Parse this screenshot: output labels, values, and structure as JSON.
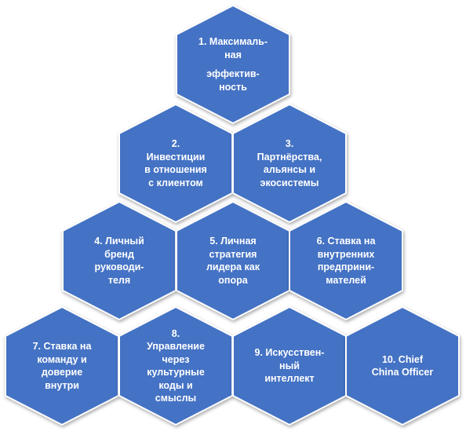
{
  "diagram": {
    "fill_color": "#4472C4",
    "text_color": "#FFFFFF",
    "hexagons": [
      {
        "number": 1,
        "lines": [
          "1. Максималь-",
          "ная",
          "эффектив-",
          "ность"
        ]
      },
      {
        "number": 2,
        "lines": [
          "2.",
          "Инвестиции",
          "в отношения",
          "с клиентом"
        ]
      },
      {
        "number": 3,
        "lines": [
          "3.",
          "Партнёрства,",
          "альянсы и",
          "экосистемы"
        ]
      },
      {
        "number": 4,
        "lines": [
          "4. Личный",
          "бренд",
          "руководи-",
          "теля"
        ]
      },
      {
        "number": 5,
        "lines": [
          "5. Личная",
          "стратегия",
          "лидера как",
          "опора"
        ]
      },
      {
        "number": 6,
        "lines": [
          "6. Ставка на",
          "внутренних",
          "предприни-",
          "мателей"
        ]
      },
      {
        "number": 7,
        "lines": [
          "7. Ставка на",
          "команду и",
          "доверие",
          "внутри"
        ]
      },
      {
        "number": 8,
        "lines": [
          "8.",
          "Управление",
          "через",
          "культурные",
          "коды и",
          "смыслы"
        ]
      },
      {
        "number": 9,
        "lines": [
          "9. Искусствен-",
          "ный",
          "интеллект"
        ]
      },
      {
        "number": 10,
        "lines": [
          "10. Chief",
          "China Officer"
        ]
      }
    ]
  }
}
